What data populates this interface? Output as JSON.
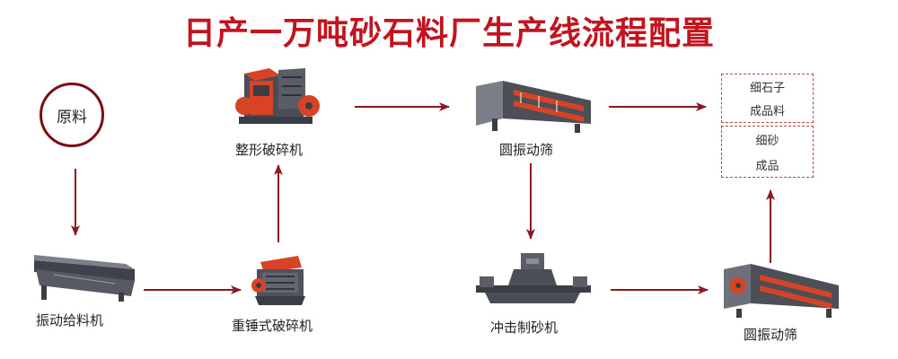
{
  "title": "日产一万吨砂石料厂生产线流程配置",
  "nodes": {
    "raw_material": "原料",
    "vibrating_feeder": "振动给料机",
    "hammer_crusher": "重锤式破碎机",
    "shaping_crusher": "整形破碎机",
    "vibrating_screen_top": "圆振动筛",
    "impact_sand_maker": "冲击制砂机",
    "vibrating_screen_bottom": "圆振动筛"
  },
  "products": {
    "fine_stone_line1": "细石子",
    "fine_stone_line2": "成品料",
    "fine_sand_line1": "细砂",
    "fine_sand_line2": "成品"
  },
  "colors": {
    "title": "#c1141e",
    "arrow": "#8b1a1f",
    "machine_red": "#d84326",
    "machine_dark": "#4d4f57"
  }
}
